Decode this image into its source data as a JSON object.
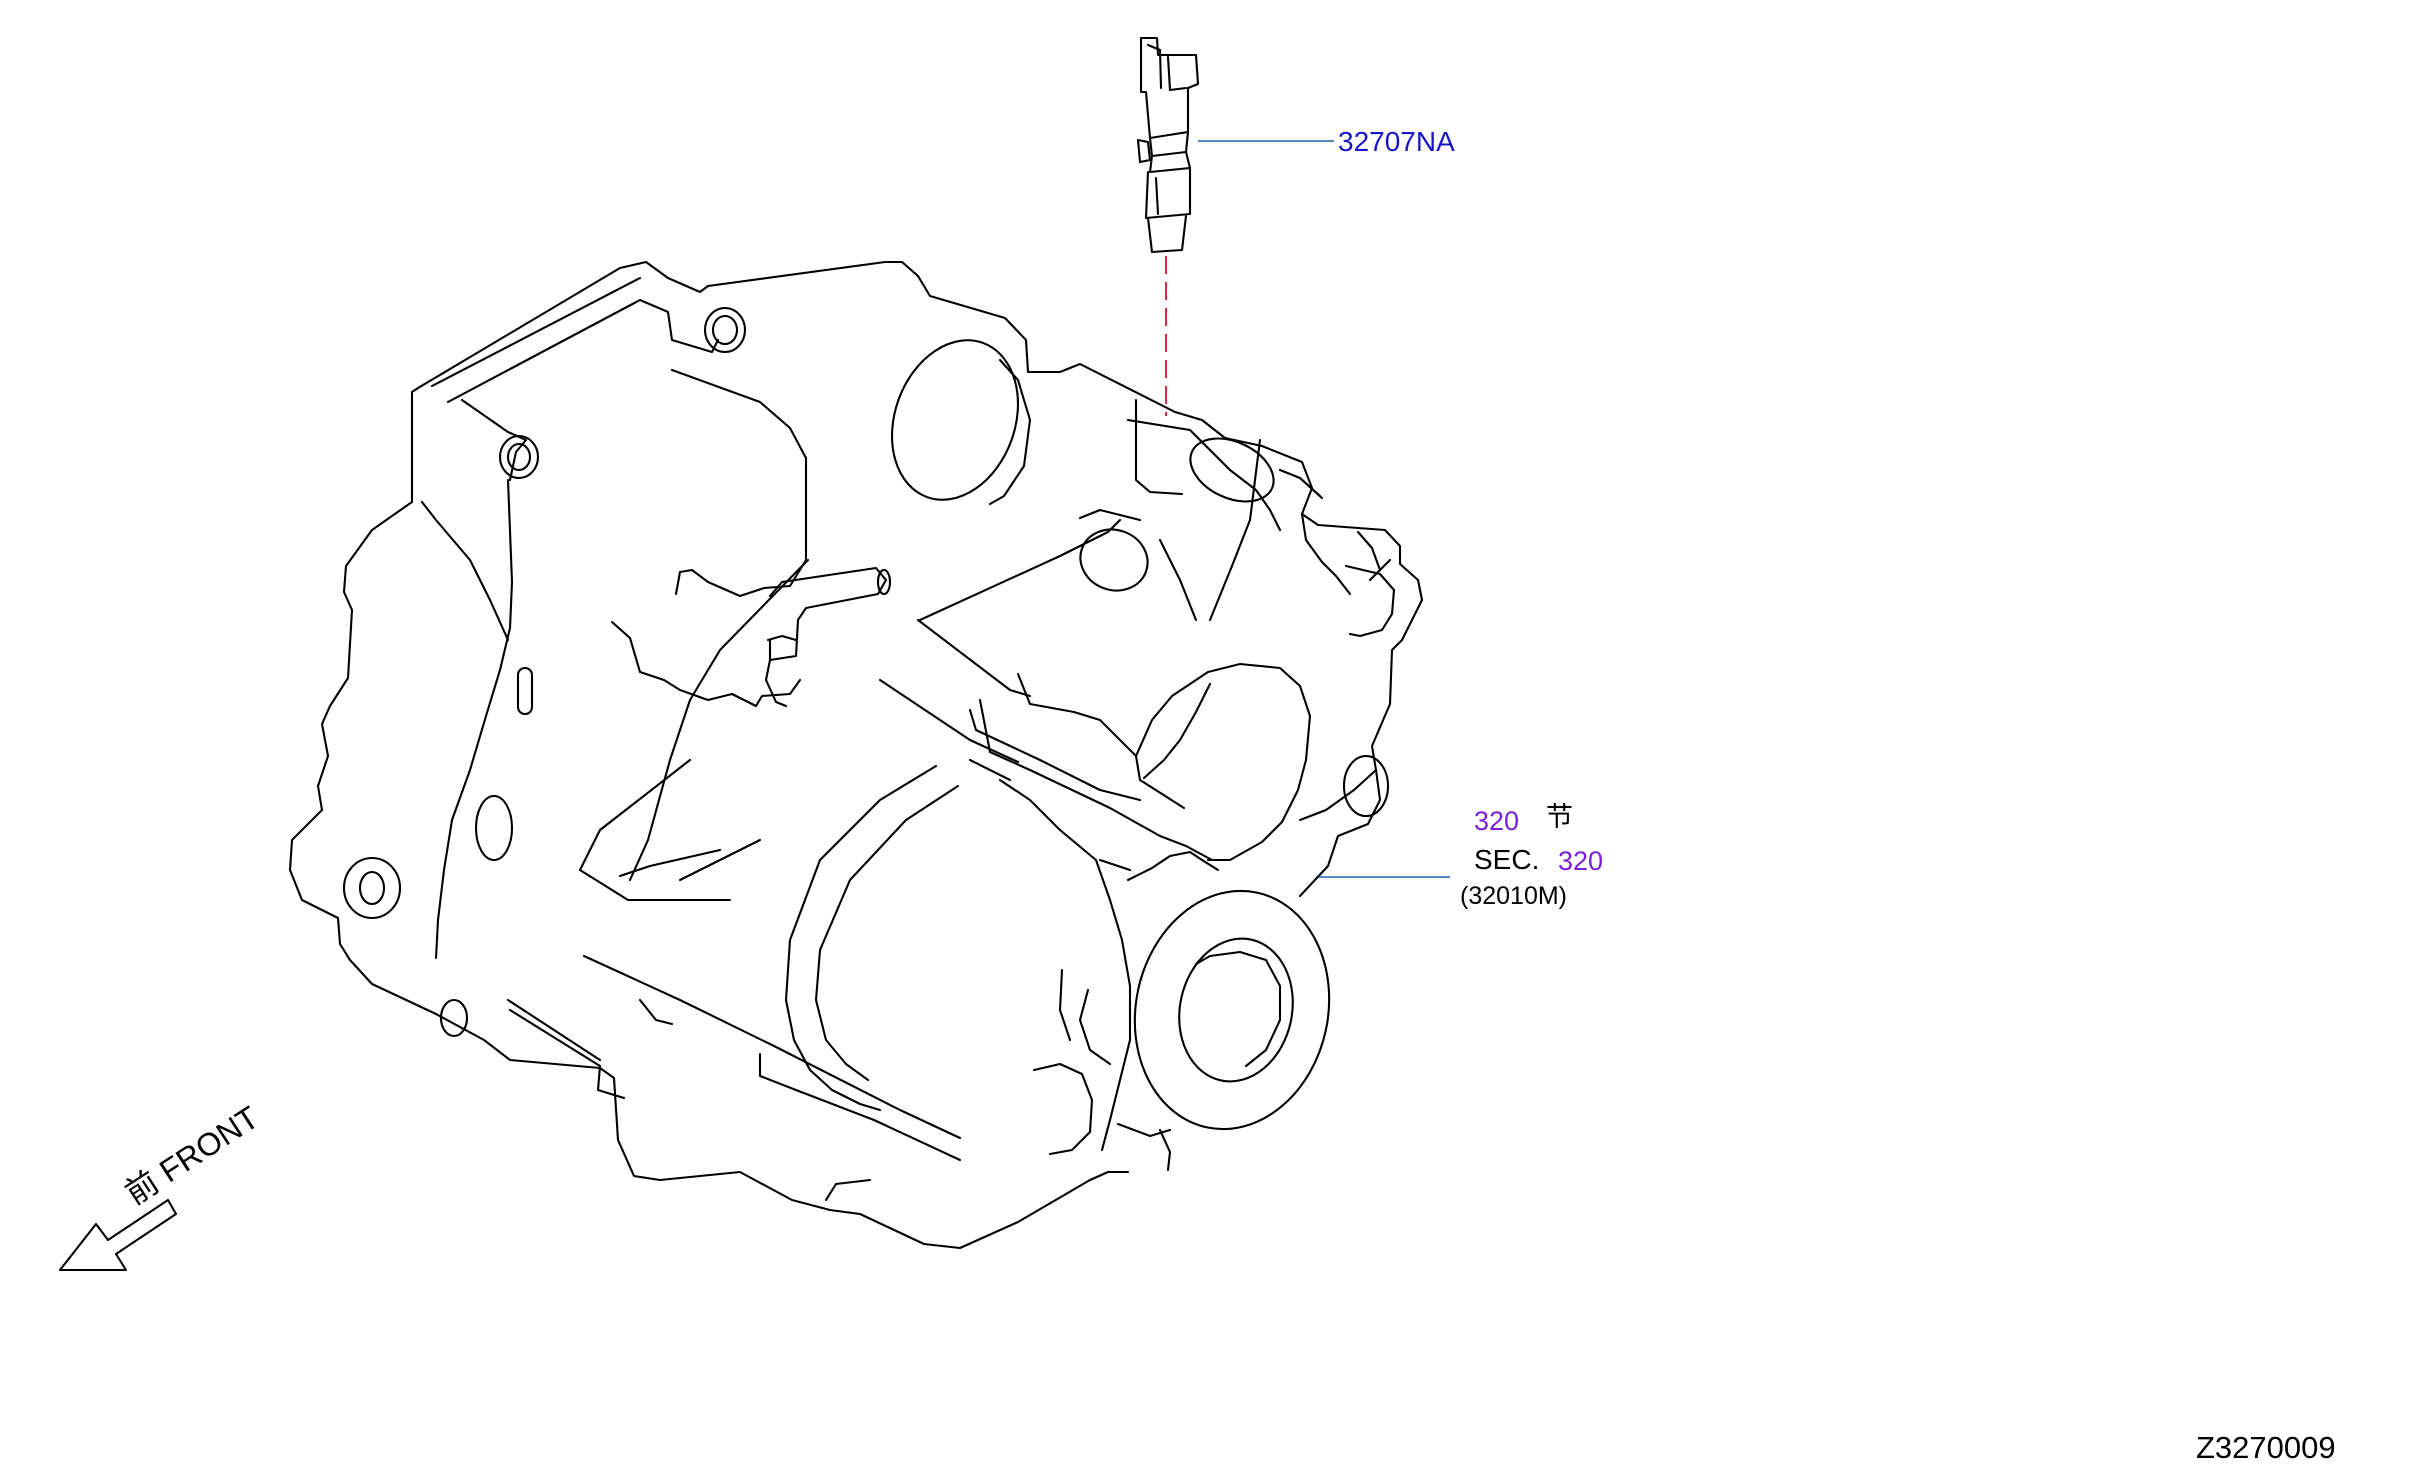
{
  "part_number": "32707NA",
  "section": {
    "ref_number": "320",
    "section_char": "节",
    "sec_prefix": "SEC.",
    "sec_number": "320",
    "sub_ref": "(32010M)"
  },
  "orientation": {
    "front_char": "前",
    "front_text": "FRONT"
  },
  "figure_code": "Z3270009",
  "colors": {
    "part_link": "#1a14c8",
    "section_link": "#7a1fd6",
    "leader_line": "#1f5fa8",
    "dashed_line": "#d72a3c"
  }
}
